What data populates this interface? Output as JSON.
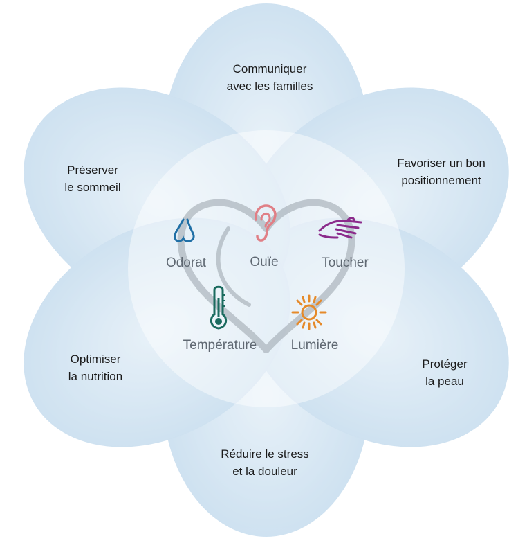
{
  "petals": {
    "top": {
      "line1": "Communiquer",
      "line2": "avec les familles"
    },
    "upper_right": {
      "line1": "Favoriser un bon",
      "line2": "positionnement"
    },
    "lower_right": {
      "line1": "Protéger",
      "line2": "la peau"
    },
    "bottom": {
      "line1": "Réduire le stress",
      "line2": "et la douleur"
    },
    "lower_left": {
      "line1": "Optimiser",
      "line2": "la nutrition"
    },
    "upper_left": {
      "line1": "Préserver",
      "line2": "le sommeil"
    }
  },
  "senses": {
    "smell": {
      "label": "Odorat",
      "icon": "nose-icon",
      "color": "#1f6fa6"
    },
    "hearing": {
      "label": "Ouïe",
      "icon": "ear-icon",
      "color": "#e07f86"
    },
    "touch": {
      "label": "Toucher",
      "icon": "hand-icon",
      "color": "#8b2b8b"
    },
    "temperature": {
      "label": "Température",
      "icon": "thermometer-icon",
      "color": "#1b6b5f"
    },
    "light": {
      "label": "Lumière",
      "icon": "sun-icon",
      "color": "#e58a2a"
    }
  },
  "colors": {
    "petal": "#bcd8ec",
    "center": "#dceaf4",
    "heart_watermark": "#9aa3ab"
  }
}
